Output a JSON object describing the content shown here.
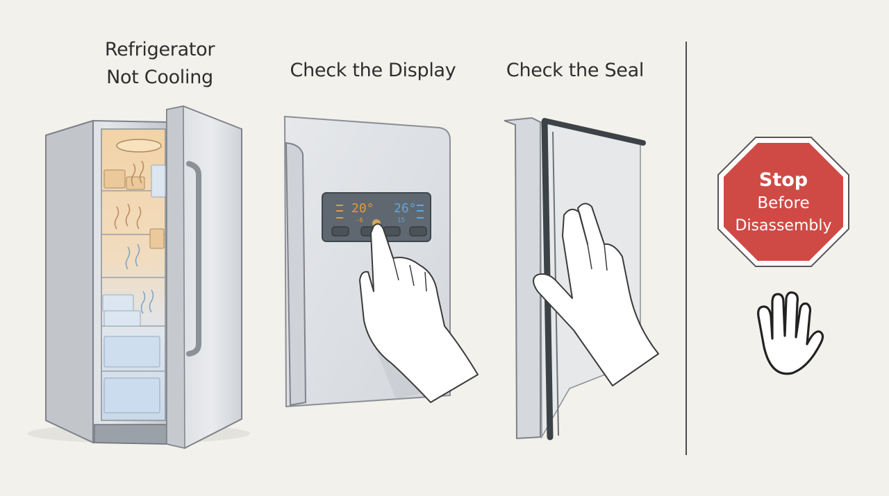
{
  "panels": [
    {
      "caption_line1": "Refrigerator",
      "caption_line2": "Not Cooling"
    },
    {
      "caption": "Check the Display"
    },
    {
      "caption": "Check the Seal"
    }
  ],
  "display": {
    "left_temp": "20°",
    "left_sub": "-6",
    "right_temp": "26°",
    "right_sub": "15",
    "left_color": "#e69a3a",
    "right_color": "#5aa8df"
  },
  "stop_sign": {
    "line1": "Stop",
    "line2": "Before",
    "line3": "Disassembly",
    "fill_color": "#d04a45",
    "icon": "raised-hand-icon"
  }
}
